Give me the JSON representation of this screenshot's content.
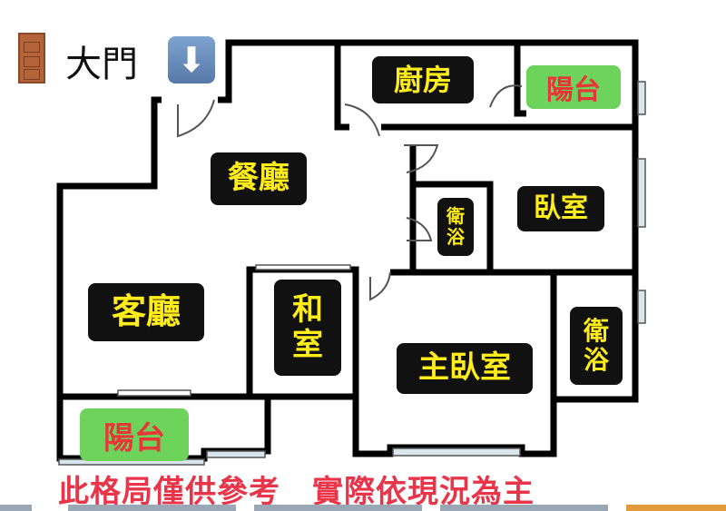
{
  "header": {
    "title": "大門",
    "door_icon": "door-icon",
    "arrow_icon": "down-arrow-icon"
  },
  "rooms": {
    "dining": "餐廳",
    "kitchen": "廚房",
    "balcony_top": "陽台",
    "bath_small": "衛\n浴",
    "bedroom": "臥室",
    "living": "客廳",
    "japanese_room": "和\n室",
    "master_bedroom": "主臥室",
    "bath_master": "衛\n浴",
    "balcony_bottom": "陽台"
  },
  "footer": {
    "disclaimer": "此格局僅供參考　實際依現況為主"
  },
  "colors": {
    "label_bg": "#111111",
    "label_text": "#ffec1a",
    "balcony_bg": "#6dd35a",
    "balcony_text": "#e8353a",
    "note": "#e8354a"
  }
}
